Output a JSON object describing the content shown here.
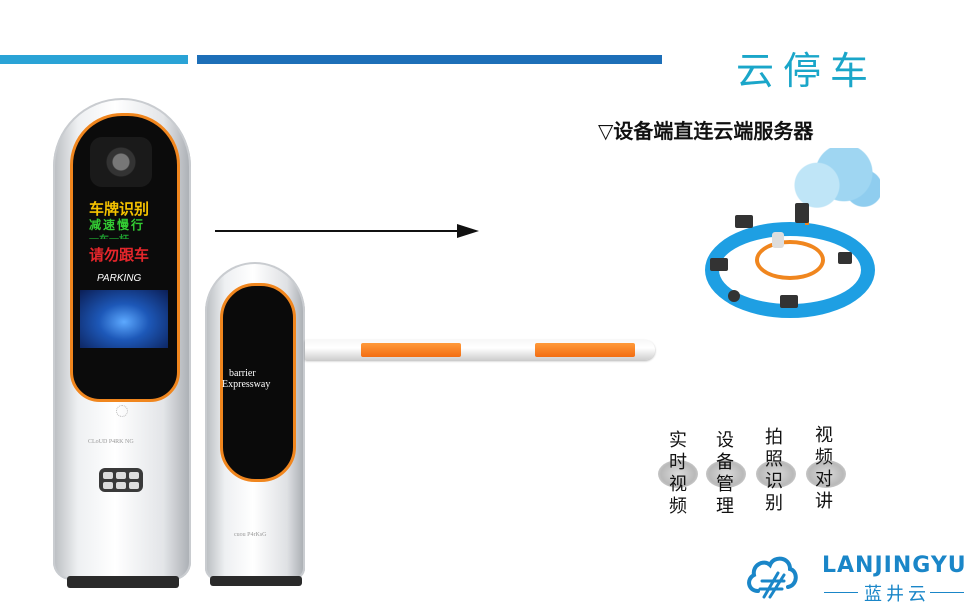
{
  "header": {
    "title": "云停车",
    "subtitle": "▽设备端直连云端服务器"
  },
  "kiosk": {
    "led_line1": "车牌识别",
    "led_line2": "减速慢行",
    "led_line3": "一车一杆",
    "led_line4": "请勿跟车",
    "parking_label": "PARKING",
    "brand": "CLoUD P4RK NG"
  },
  "barrier": {
    "line1": "barrier",
    "line2": "Expressway",
    "brand": "cuou P4rKsG"
  },
  "features": [
    {
      "label": "实时视频"
    },
    {
      "label": "设备管理"
    },
    {
      "label": "拍照识别"
    },
    {
      "label": "视频对讲"
    }
  ],
  "logo": {
    "name_en": "LANJINGYUN",
    "name_cn": "蓝井云"
  },
  "colors": {
    "accent_blue": "#1d6fb8",
    "light_blue": "#2aa3d6",
    "orange": "#f0861e",
    "title_color": "#1aa6c9"
  },
  "icons": [
    "cloud-network-icon",
    "camera-icon",
    "keypad-icon",
    "logo-cloud-icon"
  ]
}
